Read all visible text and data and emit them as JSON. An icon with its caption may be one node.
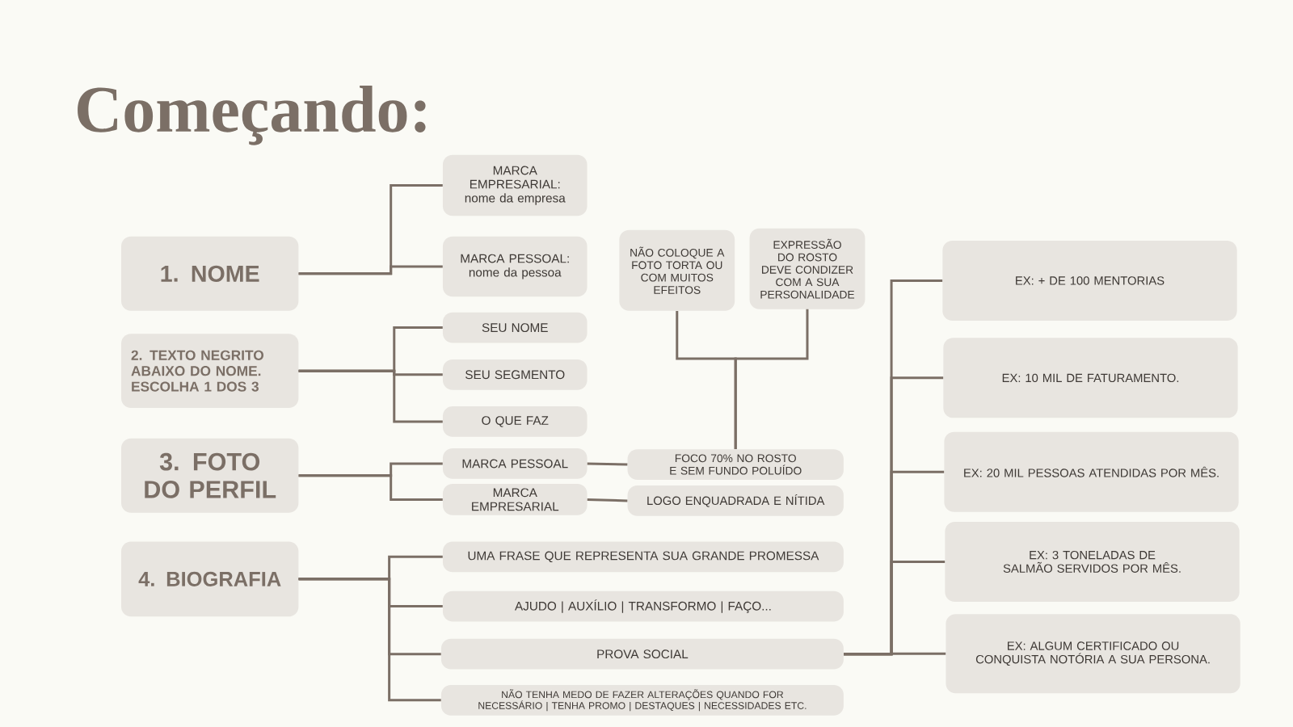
{
  "diagram": {
    "title": "Começando:",
    "nodes": [
      {
        "text": [
          "1. NOME"
        ]
      },
      {
        "text": [
          "MARCA EMPRESARIAL: nome da empresa"
        ]
      },
      {
        "text": [
          "MARCA PESSOAL: nome da pessoa"
        ]
      },
      {
        "text": [
          "2. TEXTO NEGRITO ABAIXO DO NOME. ESCOLHA 1 DOS 3"
        ]
      },
      {
        "text": [
          "SEU NOME"
        ]
      },
      {
        "text": [
          "SEU SEGMENTO"
        ]
      },
      {
        "text": [
          "O QUE FAZ"
        ]
      },
      {
        "text": [
          "NÃO COLOQUE A FOTO TORTA OU COM MUITOS EFEITOS"
        ]
      },
      {
        "text": [
          "EXPRESSÃO DO ROSTO DEVE CONDIZER COM A SUA PERSONALIDADE"
        ]
      },
      {
        "text": [
          "3. FOTO DO PERFIL"
        ]
      },
      {
        "text": [
          "MARCA PESSOAL"
        ]
      },
      {
        "text": [
          "MARCA EMPRESARIAL"
        ]
      },
      {
        "text": [
          "FOCO 70% NO ROSTO E SEM FUNDO POLUÍDO"
        ]
      },
      {
        "text": [
          "LOGO ENQUADRADA E NÍTIDA"
        ]
      },
      {
        "text": [
          "4. BIOGRAFIA"
        ]
      },
      {
        "text": [
          "UMA FRASE QUE REPRESENTA SUA GRANDE PROMESSA"
        ]
      },
      {
        "text": [
          "AJUDO | AUXÍLIO | TRANSFORMO | FAÇO..."
        ]
      },
      {
        "text": [
          "PROVA SOCIAL"
        ]
      },
      {
        "text": [
          "NÃO TENHA MEDO DE FAZER ALTERAÇÕES QUANDO FOR NECESSÁRIO | TENHA PROMO | DESTAQUES | NECESSIDADES ETC."
        ]
      },
      {
        "text": [
          "EX: + DE 100 MENTORIAS"
        ]
      },
      {
        "text": [
          "EX: 10 MIL DE FATURAMENTO."
        ]
      },
      {
        "text": [
          "EX: 20 MIL PESSOAS ATENDIDAS POR MÊS."
        ]
      },
      {
        "text": [
          "EX: 3 TONELADAS DE SALMÃO SERVIDOS POR MÊS."
        ]
      },
      {
        "text": [
          "EX: ALGUM CERTIFICADO OU CONQUISTA NOTÓRIA A SUA PERSONA."
        ]
      }
    ],
    "edges": [
      {
        "from": 0,
        "to": 1,
        "arrow": "none"
      },
      {
        "from": 0,
        "to": 2,
        "arrow": "none"
      },
      {
        "from": 3,
        "to": 4,
        "arrow": "none"
      },
      {
        "from": 3,
        "to": 5,
        "arrow": "none"
      },
      {
        "from": 3,
        "to": 6,
        "arrow": "none"
      },
      {
        "from": 9,
        "to": 10,
        "arrow": "none"
      },
      {
        "from": 9,
        "to": 11,
        "arrow": "none"
      },
      {
        "from": 10,
        "to": 12,
        "arrow": "none"
      },
      {
        "from": 11,
        "to": 13,
        "arrow": "none"
      },
      {
        "from": 7,
        "to": 12,
        "arrow": "none"
      },
      {
        "from": 8,
        "to": 12,
        "arrow": "none"
      },
      {
        "from": 14,
        "to": 15,
        "arrow": "none"
      },
      {
        "from": 14,
        "to": 16,
        "arrow": "none"
      },
      {
        "from": 14,
        "to": 17,
        "arrow": "none"
      },
      {
        "from": 14,
        "to": 18,
        "arrow": "none"
      },
      {
        "from": 17,
        "to": 19,
        "arrow": "none"
      },
      {
        "from": 17,
        "to": 20,
        "arrow": "none"
      },
      {
        "from": 17,
        "to": 21,
        "arrow": "none"
      },
      {
        "from": 17,
        "to": 22,
        "arrow": "none"
      },
      {
        "from": 17,
        "to": 23,
        "arrow": "none"
      }
    ]
  }
}
